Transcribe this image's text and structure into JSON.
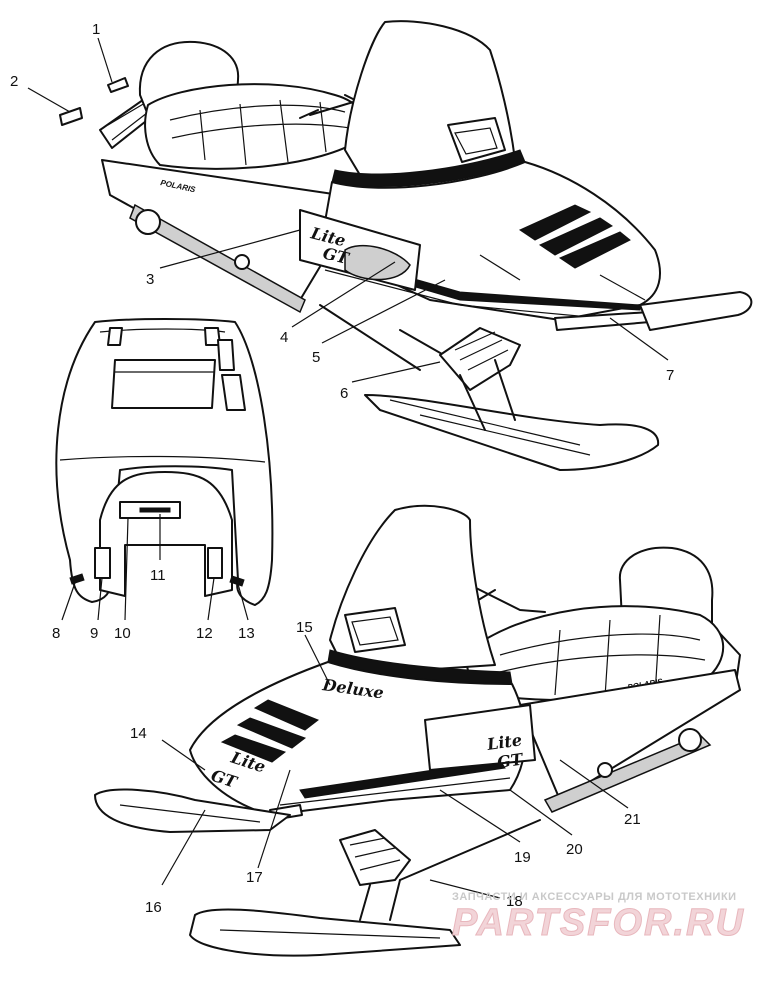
{
  "callouts": [
    "1",
    "2",
    "3",
    "4",
    "5",
    "6",
    "7",
    "8",
    "9",
    "10",
    "11",
    "12",
    "13",
    "14",
    "15",
    "16",
    "17",
    "18",
    "19",
    "20",
    "21"
  ],
  "decals": {
    "model_top_line1": "Lite",
    "model_top_line2": "GT",
    "brand_top": "POLARIS",
    "model_bottom_line1": "Lite",
    "model_bottom_line2": "GT",
    "nose_line1": "Lite",
    "nose_line2": "GT",
    "brand_bottom": "POLARIS",
    "hood_script": "Deluxe"
  },
  "watermark": {
    "tagline": "ЗАПЧАСТИ И АКСЕССУАРЫ ДЛЯ МОТОТЕХНИКИ",
    "site": "PARTSFOR.RU"
  }
}
